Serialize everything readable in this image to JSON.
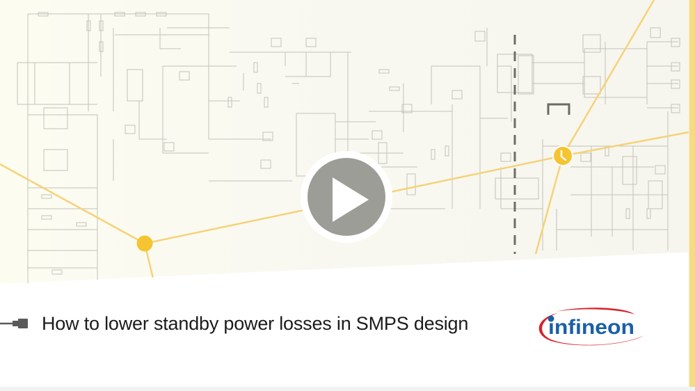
{
  "video": {
    "title": "How to lower standby power losses in SMPS design",
    "state": "paused",
    "controls": {
      "play_button_icon": "play-icon",
      "play_button_label": "Play video"
    },
    "thumbnail": {
      "description": "Faded electronic circuit schematic (SMPS power supply) with yellow connection lines and nodes",
      "node_icons": [
        "dot-node",
        "clock-icon"
      ]
    }
  },
  "brand": {
    "logo_text": "infineon",
    "logo_text_color": "#1a5fa8",
    "logo_swoosh_color": "#d8202a"
  },
  "colors": {
    "accent_yellow": "#f5c431",
    "accent_line": "#f6d277",
    "side_bar": "#f6da85",
    "play_circle": "#8f8f8a",
    "schematic_bg": "#f7f7f0",
    "schematic_line": "#b8b8b0",
    "title_text": "#1b1b1b"
  }
}
